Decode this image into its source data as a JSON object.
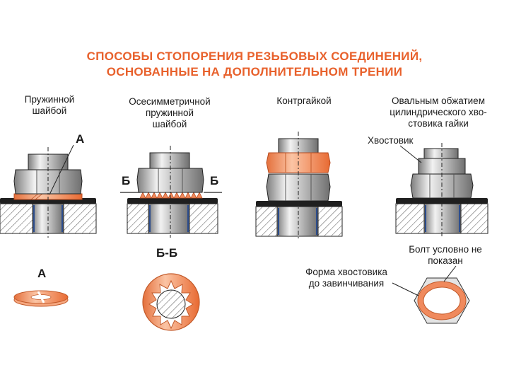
{
  "title": {
    "line1": "СПОСОБЫ СТОПОРЕНИЯ  РЕЗЬБОВЫХ СОЕДИНЕНИЙ,",
    "line2": "ОСНОВАННЫЕ  НА  ДОПОЛНИТЕЛЬНОМ  ТРЕНИИ"
  },
  "methods": [
    {
      "caption_lines": [
        "Пружинной",
        "шайбой"
      ]
    },
    {
      "caption_lines": [
        "Осесимметричной",
        "пружинной",
        "шайбой"
      ]
    },
    {
      "caption_lines": [
        "Контргайкой"
      ]
    },
    {
      "caption_lines": [
        "Овальным обжатием",
        "цилиндрического хво-",
        "стовика гайки"
      ]
    }
  ],
  "labels": {
    "a_top": "А",
    "b_left": "Б",
    "b_right": "Б",
    "section_bb": "Б-Б",
    "a_view": "А",
    "tail": "Хвостовик",
    "bolt_note_lines": [
      "Болт условно не",
      "показан"
    ],
    "tail_shape_lines": [
      "Форма хвостовика",
      "до завинчивания"
    ]
  },
  "colors": {
    "title": "#e8612c",
    "washer": "#f08a5d",
    "steel_light": "#e6e6e6",
    "steel_dark": "#8a8a8a",
    "outline": "#1a1a1a"
  }
}
